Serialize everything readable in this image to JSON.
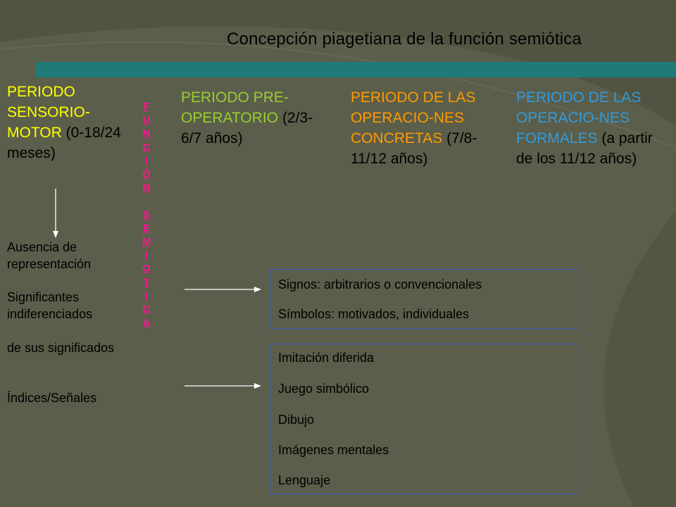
{
  "title": "Concepción piagetiana de la función semiótica",
  "periods": [
    {
      "name": "PERIODO SENSORIO-MOTOR",
      "range": "(0-18/24 meses)"
    },
    {
      "name": "PERIODO PRE-OPERATORIO",
      "range": "(2/3-6/7 años)"
    },
    {
      "name": "PERIODO DE LAS OPERACIO-NES CONCRETAS",
      "range": "(7/8-11/12 años)"
    },
    {
      "name": "PERIODO DE LAS OPERACIO-NES FORMALES",
      "range": "(a partir de los 11/12 años)"
    }
  ],
  "vertical_label": {
    "word1": [
      "F",
      "U",
      "N",
      "C",
      "I",
      "Ó",
      "N"
    ],
    "word2": [
      "S",
      "E",
      "M",
      "I",
      "O",
      "T",
      "I",
      "C",
      "A"
    ]
  },
  "sensorimotor_items": [
    "Ausencia de representación",
    "Significantes indiferenciados",
    " de sus significados",
    "Índices/Señales"
  ],
  "box_signs": [
    "Signos: arbitrarios o convencionales",
    "Símbolos: motivados, individuales"
  ],
  "box_forms": [
    "Imitación diferida",
    "Juego simbólico",
    "Dibujo",
    "Imágenes mentales",
    "Lenguaje"
  ],
  "colors": {
    "background": "#5b5e4a",
    "accent_bar": "#217a78",
    "sensorimotor": "#ffff00",
    "preoperational": "#9acd32",
    "concrete": "#ff9a00",
    "formal": "#2f9be0",
    "vertical_label": "#ff1493"
  }
}
